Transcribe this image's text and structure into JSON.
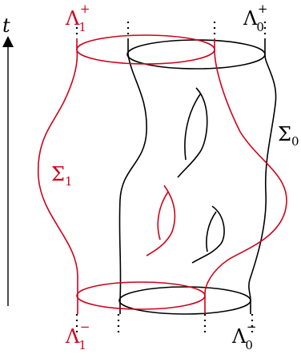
{
  "axis": {
    "label": "t"
  },
  "labels": {
    "lambda1_plus": {
      "base": "Λ",
      "sub": "1",
      "sup": "+"
    },
    "lambda0_plus": {
      "base": "Λ",
      "sub": "0",
      "sup": "+"
    },
    "lambda1_minus": {
      "base": "Λ",
      "sub": "1",
      "sup": "−"
    },
    "lambda0_minus": {
      "base": "Λ",
      "sub": "0",
      "sup": "−"
    },
    "sigma1": {
      "base": "Σ",
      "sub": "1"
    },
    "sigma0": {
      "base": "Σ",
      "sub": "0"
    }
  },
  "colors": {
    "red": "#d0021b",
    "black": "#000000"
  }
}
